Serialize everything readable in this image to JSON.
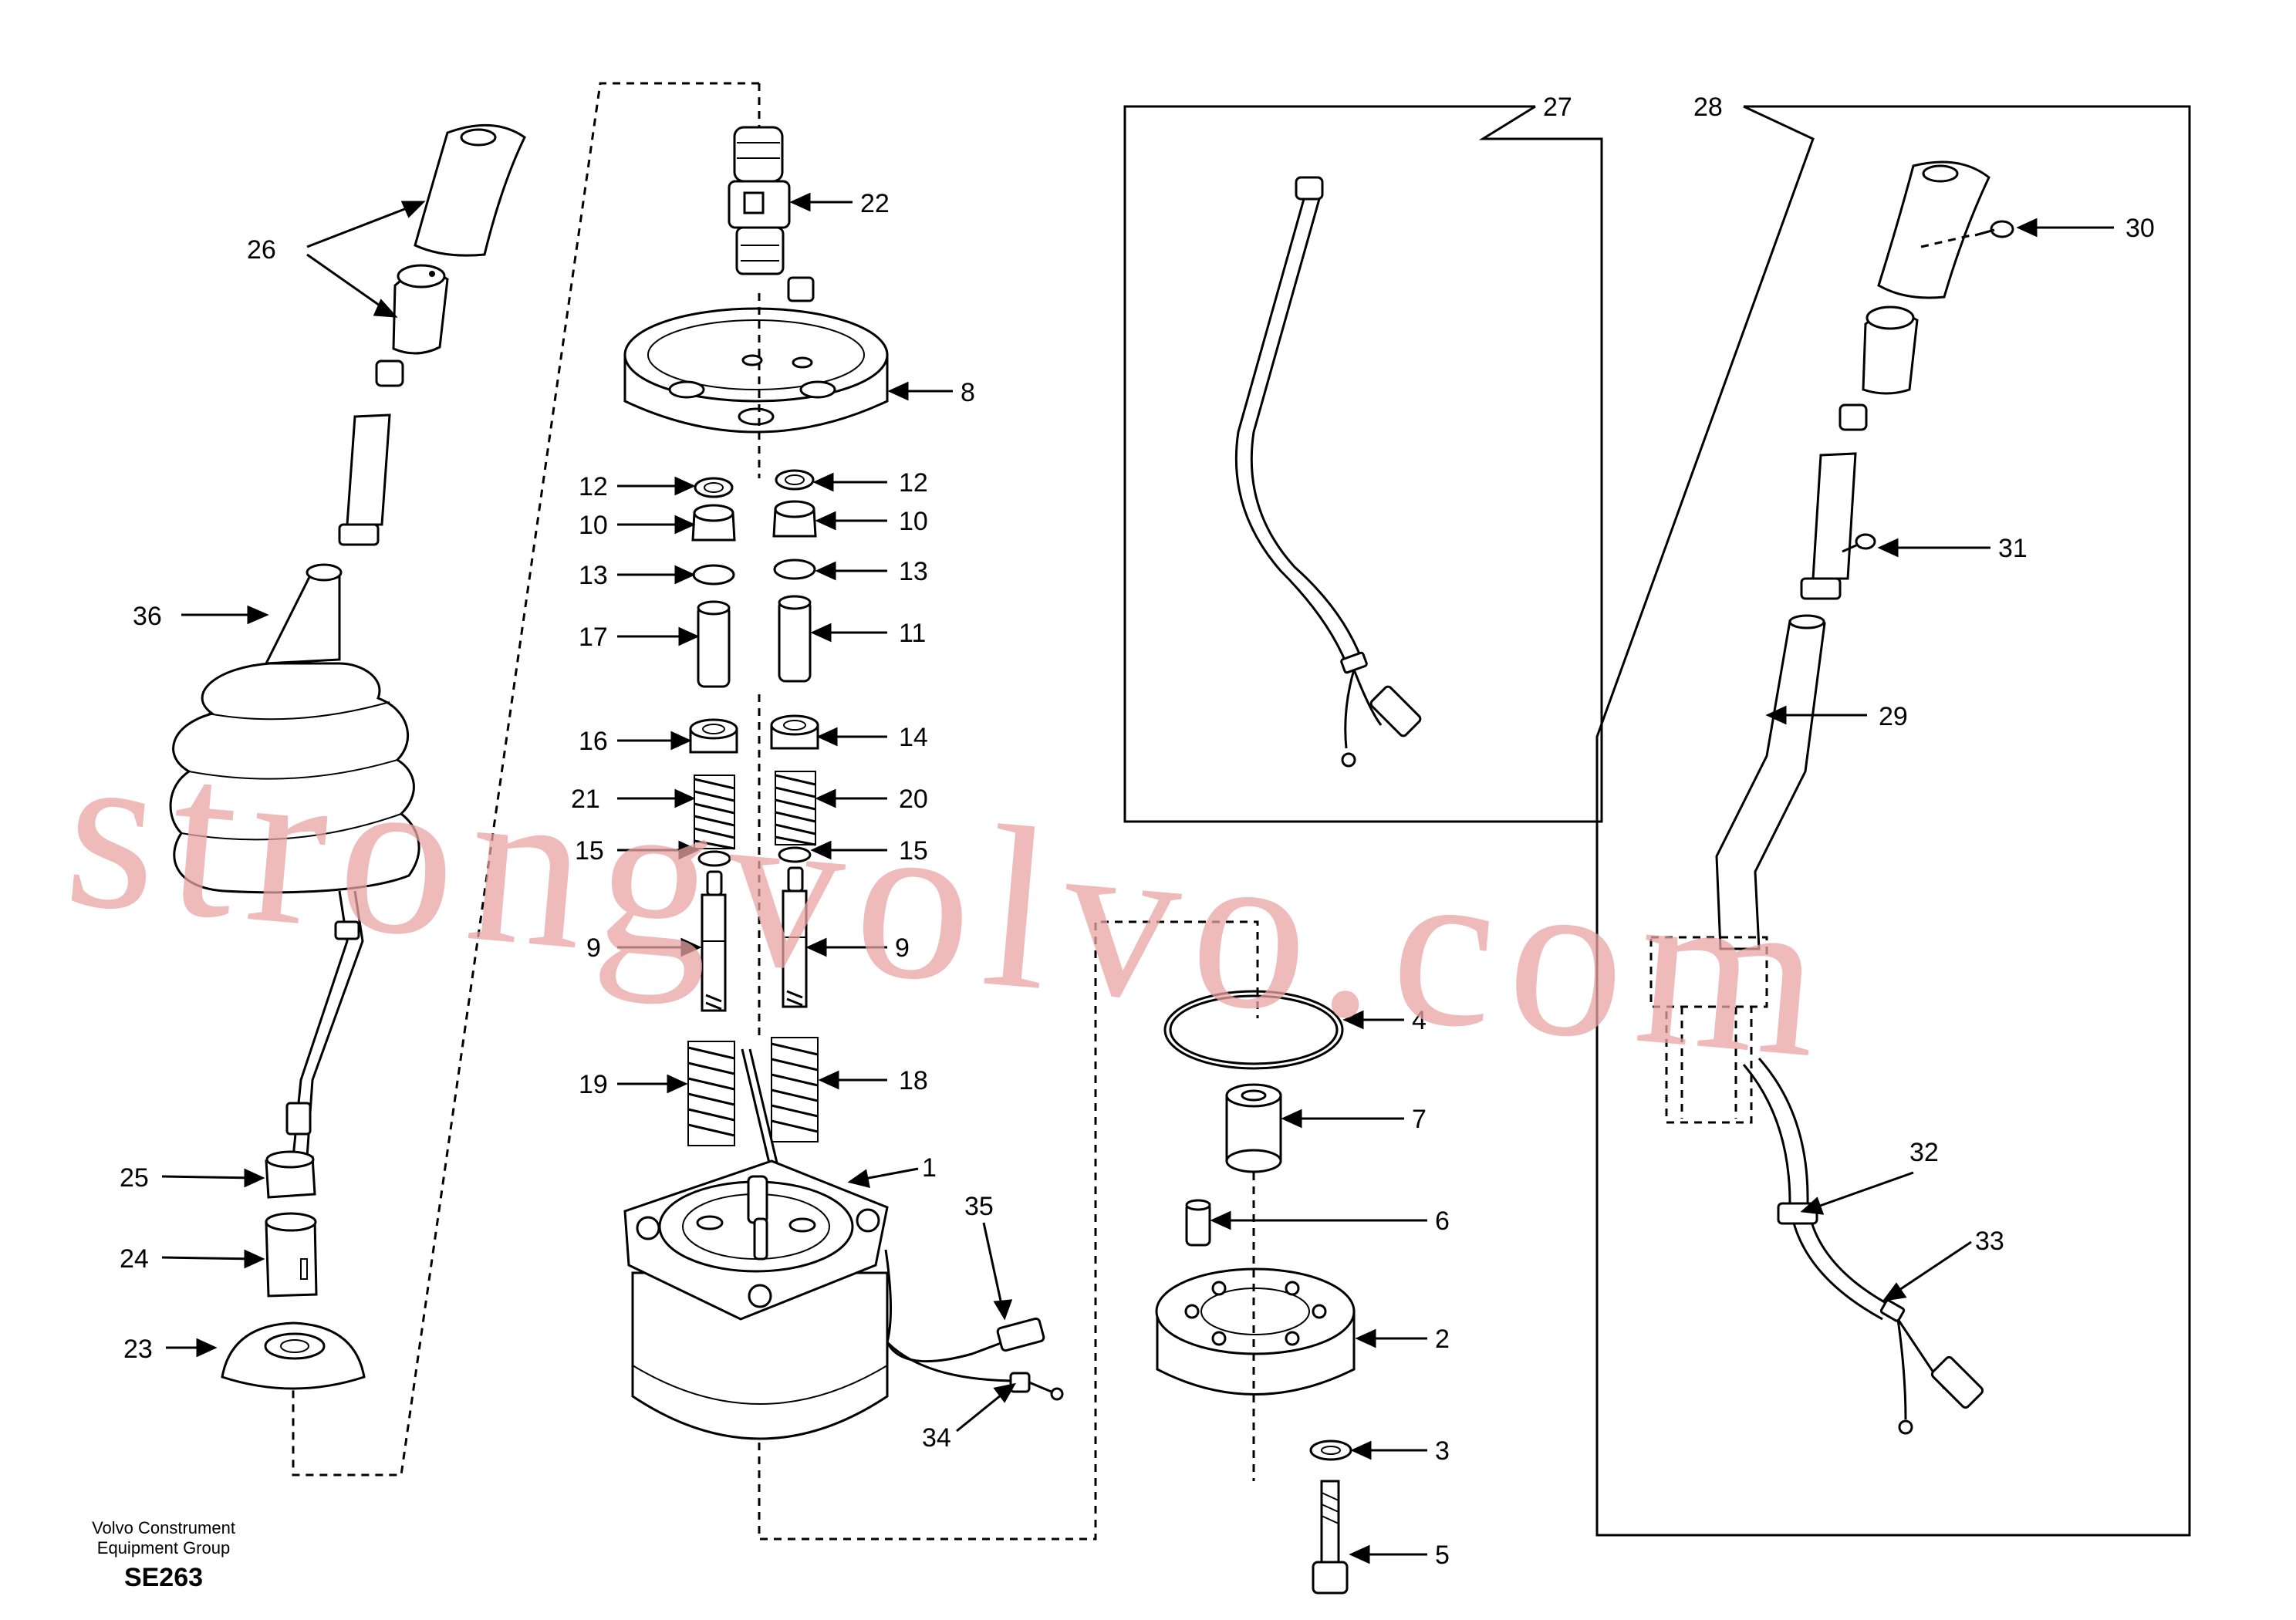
{
  "labels": {
    "l1": "1",
    "l2": "2",
    "l3": "3",
    "l4": "4",
    "l5": "5",
    "l6": "6",
    "l7": "7",
    "l8": "8",
    "l9a": "9",
    "l9b": "9",
    "l10a": "10",
    "l10b": "10",
    "l11": "11",
    "l12a": "12",
    "l12b": "12",
    "l13a": "13",
    "l13b": "13",
    "l14": "14",
    "l15a": "15",
    "l15b": "15",
    "l16": "16",
    "l17": "17",
    "l18": "18",
    "l19": "19",
    "l20": "20",
    "l21": "21",
    "l22": "22",
    "l23": "23",
    "l24": "24",
    "l25": "25",
    "l26": "26",
    "l27": "27",
    "l28": "28",
    "l29": "29",
    "l30": "30",
    "l31": "31",
    "l32": "32",
    "l33": "33",
    "l34": "34",
    "l35": "35",
    "l36": "36"
  },
  "footer": {
    "company_line1": "Volvo Construment",
    "company_line2": "Equipment Group",
    "code": "SE263"
  },
  "watermark": "strongvolvo.com",
  "colors": {
    "ink": "#000000",
    "watermark": "#e8a3a3",
    "background": "#ffffff"
  }
}
